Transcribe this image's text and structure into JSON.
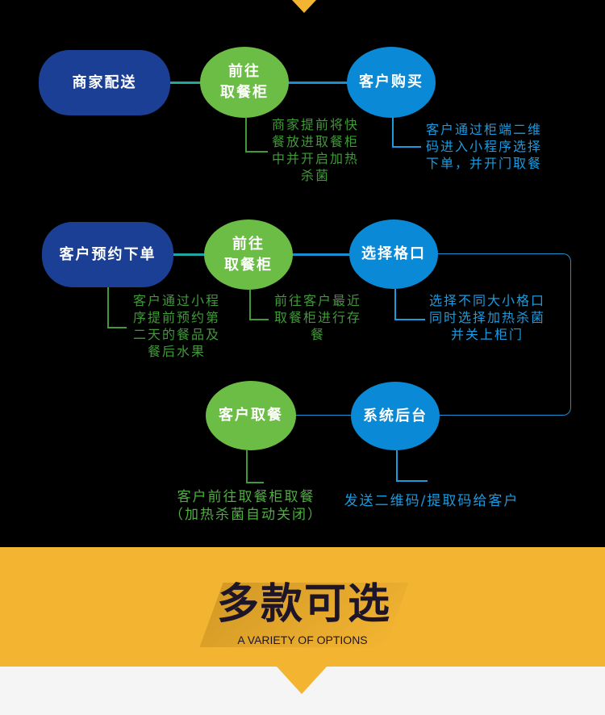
{
  "row1": {
    "pill": "商家配送",
    "mid_l1": "前往",
    "mid_l2": "取餐柜",
    "end": "客户购买",
    "mid_desc": [
      "商家提前将快",
      "餐放进取餐柜",
      "中并开启加热",
      "杀菌"
    ],
    "end_desc": [
      "客户通过柜端二维",
      "码进入小程序选择",
      "下单，并开门取餐"
    ]
  },
  "row2": {
    "pill": "客户预约下单",
    "mid_l1": "前往",
    "mid_l2": "取餐柜",
    "end": "选择格口",
    "pill_desc": [
      "客户通过小程",
      "序提前预约第",
      "二天的餐品及",
      "餐后水果"
    ],
    "mid_desc": [
      "前往客户最近",
      "取餐柜进行存",
      "餐"
    ],
    "end_desc": [
      "选择不同大小格口",
      "同时选择加热杀菌",
      "并关上柜门"
    ]
  },
  "row3": {
    "left": "客户取餐",
    "right": "系统后台",
    "left_desc": [
      "客户前往取餐柜取餐",
      "（加热杀菌自动关闭）"
    ],
    "right_desc": "发送二维码/提取码给客户"
  },
  "banner": {
    "title": "多款可选",
    "subtitle": "A VARIETY OF OPTIONS"
  },
  "colors": {
    "pill": "#1a3f94",
    "green": "#6cbd45",
    "blue": "#0a8ad6",
    "banner": "#f3b432"
  }
}
